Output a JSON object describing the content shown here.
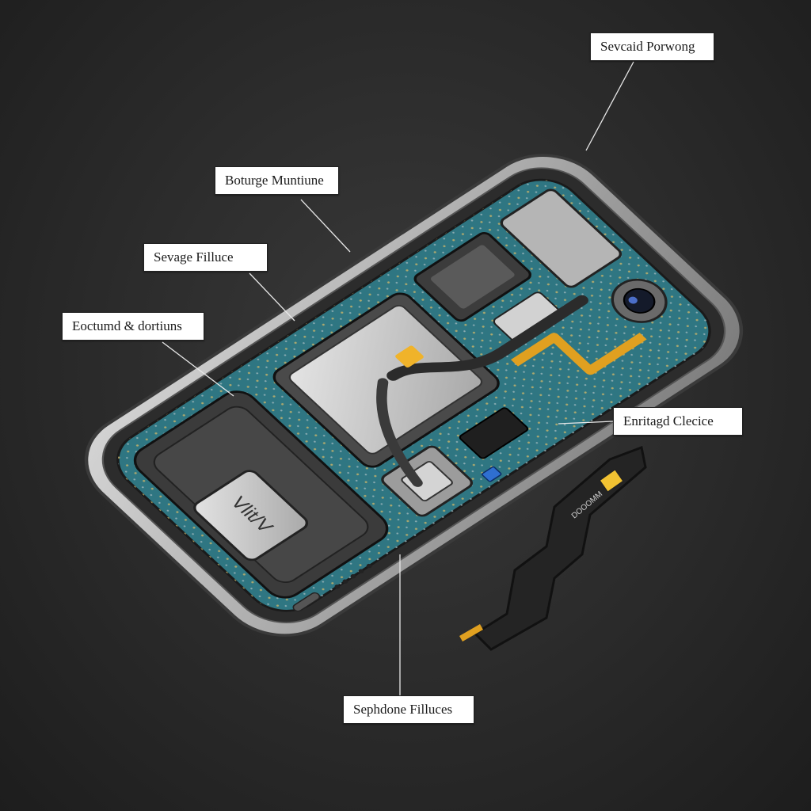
{
  "callouts": {
    "top_right": "Sevcaid Porwong",
    "top_center": "Boturge Muntiune",
    "upper_left": "Sevage Filluce",
    "left": "Eoctumd & dortiuns",
    "right": "Enritagd Clecice",
    "bottom": "Sephdone Filluces"
  },
  "chip_marking": "Vlit/V",
  "flex_marking": "DOOOMM",
  "colors": {
    "background": "#2a2a2a",
    "frame": "#b9b9b9",
    "pcb": "#2f7682",
    "shield": "#c9c9c9",
    "flex_gold": "#e0a020",
    "flex_dark": "#2b2b2b",
    "callout_bg": "#ffffff"
  }
}
